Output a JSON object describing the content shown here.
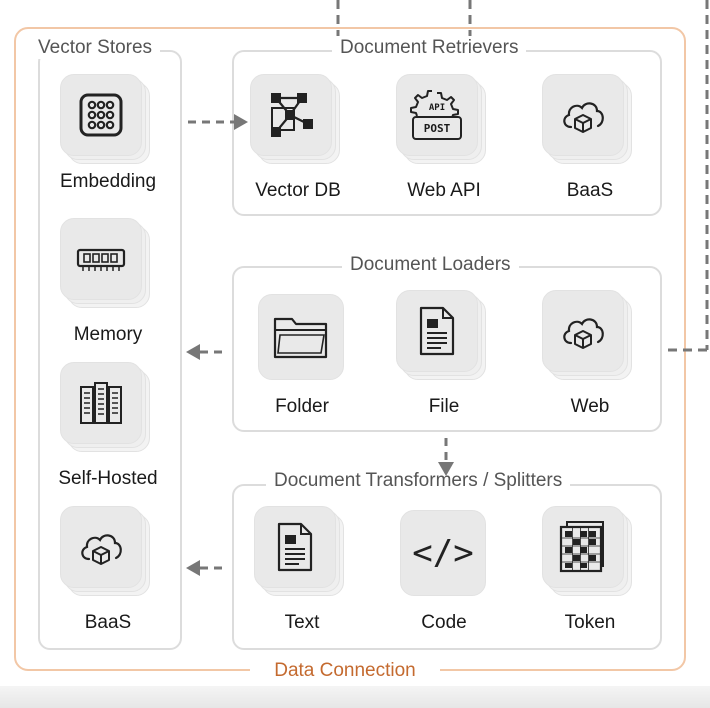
{
  "outer": {
    "label": "Data Connection"
  },
  "vector_stores": {
    "title": "Vector Stores",
    "items": [
      {
        "label": "Embedding",
        "icon": "grid-chip-icon"
      },
      {
        "label": "Memory",
        "icon": "memory-module-icon"
      },
      {
        "label": "Self-Hosted",
        "icon": "server-rack-icon"
      },
      {
        "label": "BaaS",
        "icon": "cloud-box-icon"
      }
    ]
  },
  "retrievers": {
    "title": "Document Retrievers",
    "items": [
      {
        "label": "Vector DB",
        "icon": "network-graph-icon"
      },
      {
        "label": "Web API",
        "icon": "api-gear-icon",
        "badge_top": "API",
        "badge_bottom": "POST"
      },
      {
        "label": "BaaS",
        "icon": "cloud-box-icon"
      }
    ]
  },
  "loaders": {
    "title": "Document Loaders",
    "items": [
      {
        "label": "Folder",
        "icon": "folder-icon"
      },
      {
        "label": "File",
        "icon": "file-icon"
      },
      {
        "label": "Web",
        "icon": "cloud-box-icon"
      }
    ]
  },
  "transformers": {
    "title": "Document Transformers / Splitters",
    "items": [
      {
        "label": "Text",
        "icon": "text-document-icon"
      },
      {
        "label": "Code",
        "icon": "code-brackets-icon",
        "glyph": "</>"
      },
      {
        "label": "Token",
        "icon": "token-grid-icon"
      }
    ]
  },
  "colors": {
    "outer_border": "#f2c7a6",
    "outer_label": "#c46a2f",
    "group_border": "#dcdcdc",
    "arrow": "#777777"
  }
}
